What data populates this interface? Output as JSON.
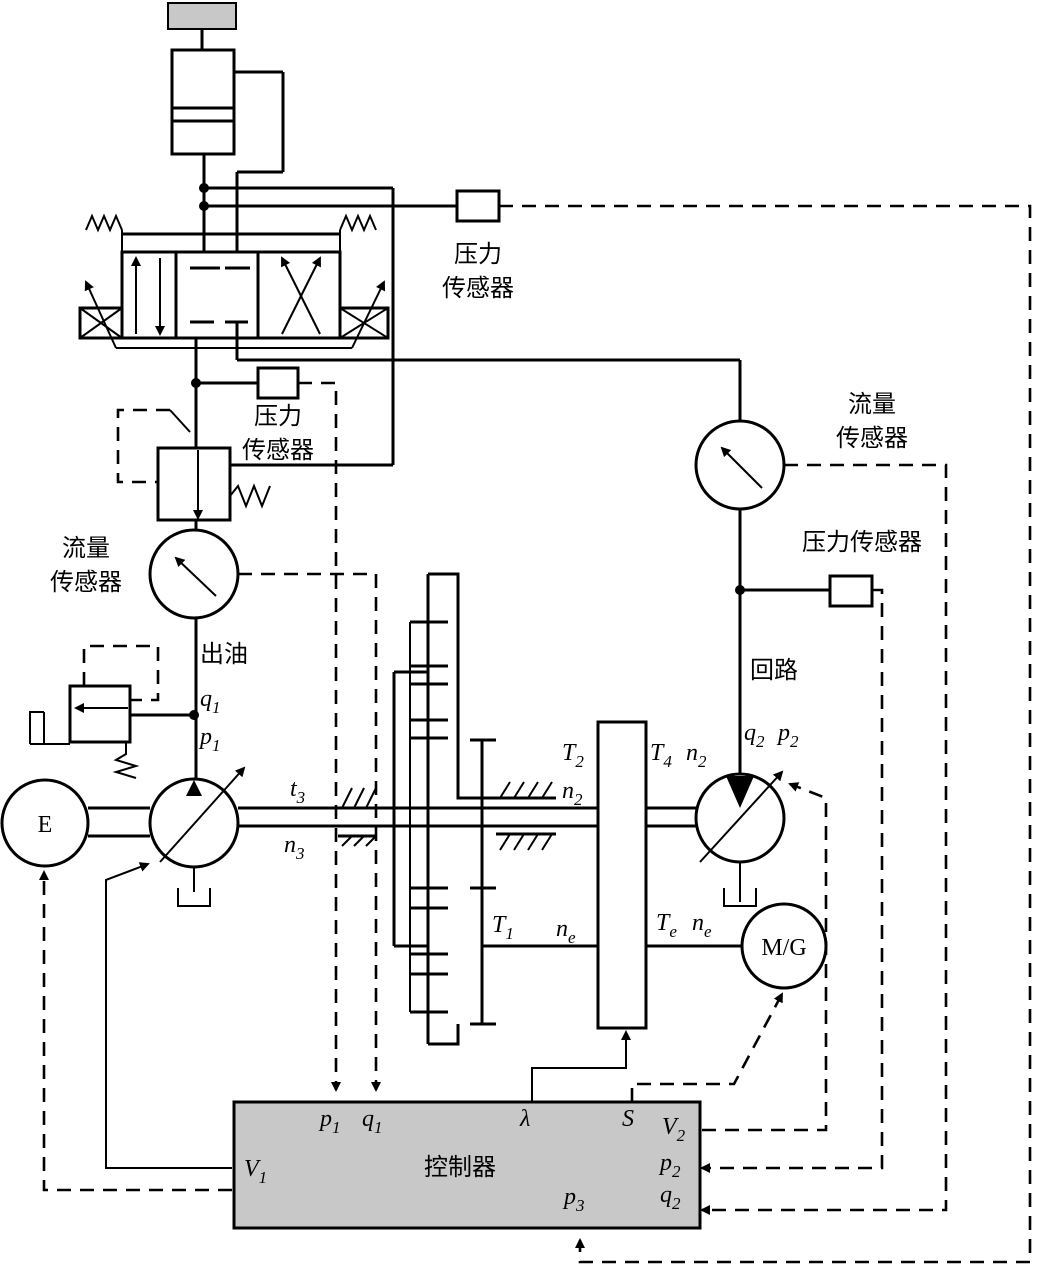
{
  "labels": {
    "pressure_sensor_top": [
      "压力",
      "传感器"
    ],
    "pressure_sensor_mid": [
      "压力",
      "传感器"
    ],
    "pressure_sensor_right": "压力传感器",
    "flow_sensor_left": [
      "流量",
      "传感器"
    ],
    "flow_sensor_right": [
      "流量",
      "传感器"
    ],
    "oil_out": "出油",
    "return_circuit": "回路",
    "controller": "控制器",
    "engine": "E",
    "motor_generator": "M/G"
  },
  "symbols": {
    "q1": {
      "base": "q",
      "sub": "1"
    },
    "p1": {
      "base": "p",
      "sub": "1"
    },
    "t3": {
      "base": "t",
      "sub": "3"
    },
    "n3": {
      "base": "n",
      "sub": "3"
    },
    "T2": {
      "base": "T",
      "sub": "2"
    },
    "n2_gear": {
      "base": "n",
      "sub": "2"
    },
    "T4": {
      "base": "T",
      "sub": "4"
    },
    "n2_pump": {
      "base": "n",
      "sub": "2"
    },
    "q2_pump": {
      "base": "q",
      "sub": "2"
    },
    "p2_pump": {
      "base": "p",
      "sub": "2"
    },
    "T1": {
      "base": "T",
      "sub": "1"
    },
    "ne_left": {
      "base": "n",
      "sub": "e"
    },
    "Te": {
      "base": "T",
      "sub": "e"
    },
    "ne_right": {
      "base": "n",
      "sub": "e"
    }
  },
  "controller_ports": {
    "p1": {
      "base": "p",
      "sub": "1"
    },
    "q1": {
      "base": "q",
      "sub": "1"
    },
    "lambda": {
      "base": "λ",
      "sub": ""
    },
    "S": {
      "base": "S",
      "sub": ""
    },
    "V2": {
      "base": "V",
      "sub": "2"
    },
    "V1": {
      "base": "V",
      "sub": "1"
    },
    "p2": {
      "base": "p",
      "sub": "2"
    },
    "q2": {
      "base": "q",
      "sub": "2"
    },
    "p3": {
      "base": "p",
      "sub": "3"
    }
  },
  "colors": {
    "line": "#000000",
    "controller_fill": "#c8c8c8",
    "actuator_cap_fill": "#c8c8c8",
    "background": "#ffffff"
  }
}
